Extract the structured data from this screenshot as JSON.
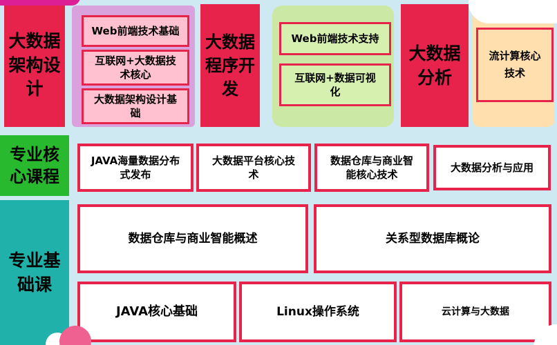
{
  "colors": {
    "background": "#cfe9f2",
    "crimson": "#e7234c",
    "panel_pink": "#d9a2dd",
    "box_pink": "#ffc0cf",
    "panel_green": "#cbe9a4",
    "box_green": "#d6f0af",
    "panel_orange": "#ffdfae",
    "label_green": "#28b92e",
    "label_teal": "#20b2aa",
    "deco_magenta": "#dd1f96",
    "deco_pink": "#ef6191"
  },
  "rows": {
    "architecture": {
      "label": "大数据\n架构设\n计",
      "pink_items": [
        "Web前端技术基础",
        "互联网+大数据技\n术核心",
        "大数据架构设计基\n础"
      ],
      "dev_label": "大数据\n程序开\n发",
      "green_items": [
        "Web前端技术支持",
        "互联网+数据可视\n化"
      ],
      "analysis_label": "大数据\n分析",
      "orange_items": [
        "流计算核心\n技术"
      ]
    },
    "core": {
      "label": "专业核\n心课程",
      "items": [
        "JAVA海量数据分布\n式发布",
        "大数据平台核心技\n术",
        "数据仓库与商业智\n能核心技术",
        "大数据分析与应用"
      ]
    },
    "foundation": {
      "label": "专业基\n础课",
      "top_items": [
        "数据仓库与商业智能概述",
        "关系型数据库概论"
      ],
      "bottom_items": [
        "JAVA核心基础",
        "Linux操作系统",
        "云计算与大数据"
      ]
    }
  }
}
